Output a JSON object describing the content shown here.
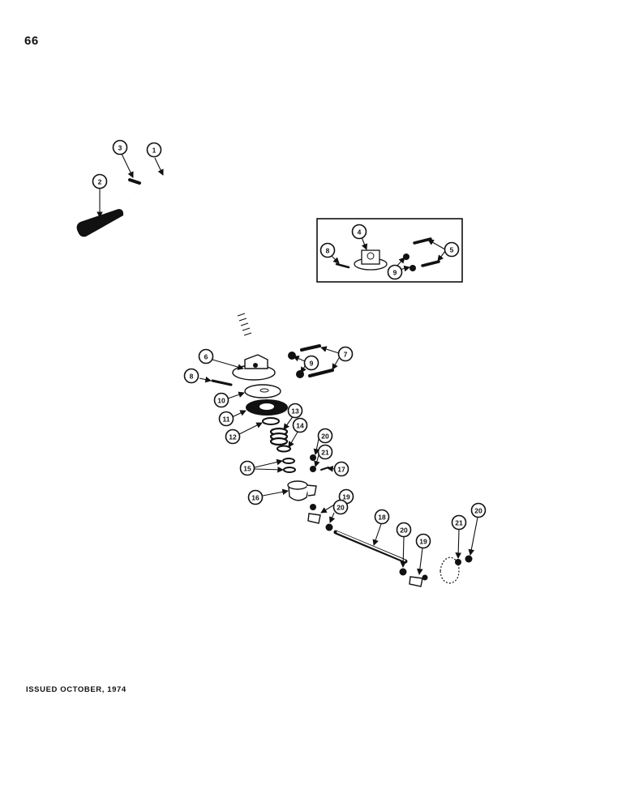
{
  "page_number": "66",
  "issued": "ISSUED OCTOBER, 1974",
  "callouts": [
    "1",
    "2",
    "3",
    "4",
    "5",
    "6",
    "7",
    "8",
    "9",
    "10",
    "11",
    "12",
    "13",
    "14",
    "15",
    "16",
    "17",
    "18",
    "19",
    "20",
    "21"
  ]
}
